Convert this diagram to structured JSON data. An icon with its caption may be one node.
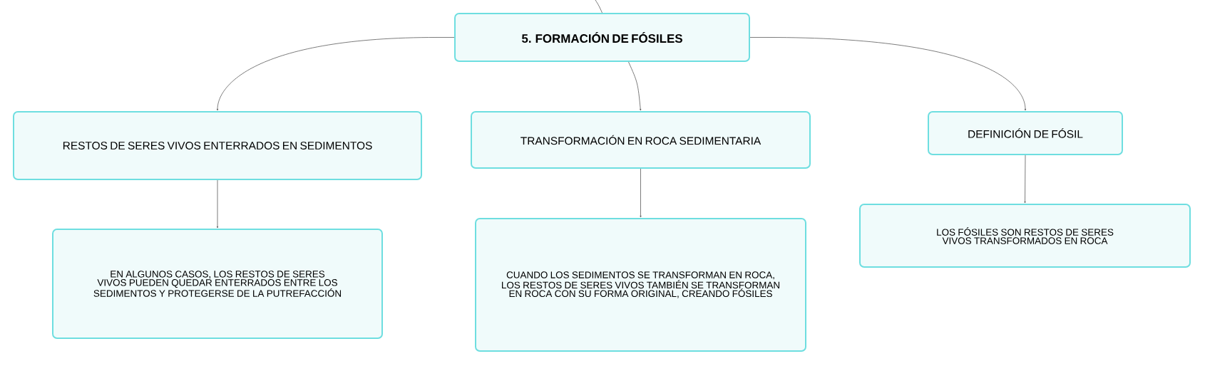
{
  "diagram": {
    "nodes": [
      {
        "text": [
          "5. FORMACIÓN DE FÓSILES"
        ]
      },
      {
        "text": [
          "RESTOS DE SERES VIVOS ENTERRADOS EN SEDIMENTOS"
        ]
      },
      {
        "text": [
          "TRANSFORMACIÓN EN ROCA SEDIMENTARIA"
        ]
      },
      {
        "text": [
          "DEFINICIÓN DE FÓSIL"
        ]
      },
      {
        "text": [
          "EN ALGUNOS CASOS, LOS RESTOS DE SERES VIVOS PUEDEN QUEDAR ENTERRADOS ENTRE LOS SEDIMENTOS Y PROTEGERSE DE LA PUTREFACCIÓN"
        ]
      },
      {
        "text": [
          "CUANDO LOS SEDIMENTOS SE TRANSFORMAN EN ROCA, LOS RESTOS DE SERES VIVOS TAMBIÉN SE TRANSFORMAN EN ROCA CON SU FORMA ORIGINAL, CREANDO FÓSILES"
        ]
      },
      {
        "text": [
          "LOS FÓSILES SON RESTOS DE SERES VIVOS TRANSFORMADOS EN ROCA"
        ]
      }
    ],
    "edges": [
      {
        "from": null,
        "to": 0,
        "arrow": "none"
      },
      {
        "from": 0,
        "to": 1,
        "arrow": "to"
      },
      {
        "from": 0,
        "to": 2,
        "arrow": "to"
      },
      {
        "from": 0,
        "to": 3,
        "arrow": "to"
      },
      {
        "from": 1,
        "to": 4,
        "arrow": "to"
      },
      {
        "from": 2,
        "to": 5,
        "arrow": "to"
      },
      {
        "from": 3,
        "to": 6,
        "arrow": "to"
      }
    ]
  }
}
